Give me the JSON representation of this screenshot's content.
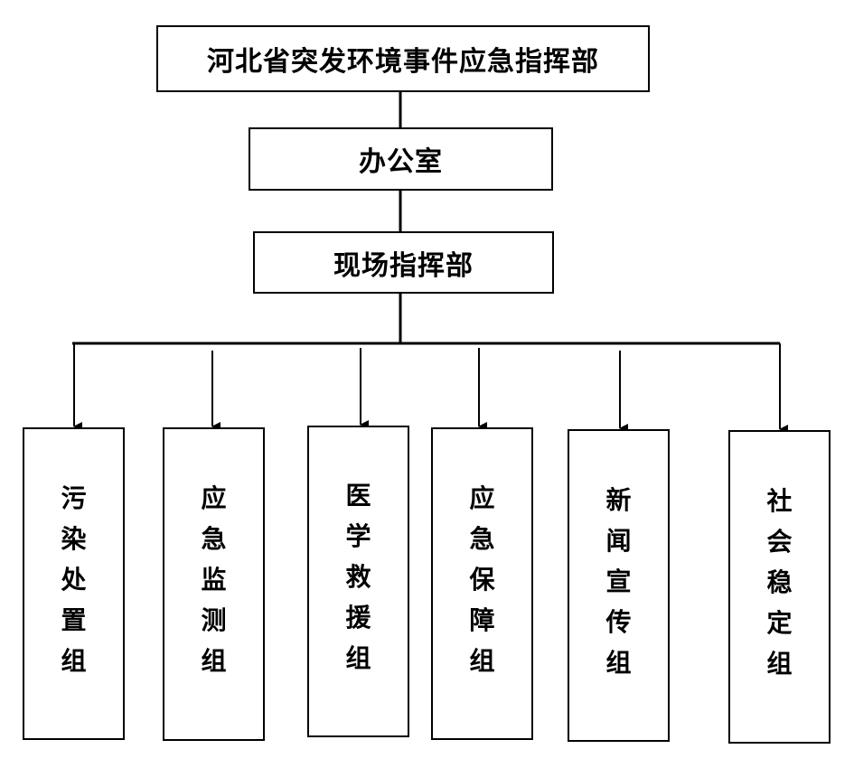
{
  "top": {
    "label": "河北省突发环境事件应急指挥部"
  },
  "office": {
    "label": "办公室"
  },
  "field": {
    "label": "现场指挥部"
  },
  "groups": [
    {
      "label": "污染处置组"
    },
    {
      "label": "应急监测组"
    },
    {
      "label": "医学救援组"
    },
    {
      "label": "应急保障组"
    },
    {
      "label": "新闻宣传组"
    },
    {
      "label": "社会稳定组"
    }
  ]
}
